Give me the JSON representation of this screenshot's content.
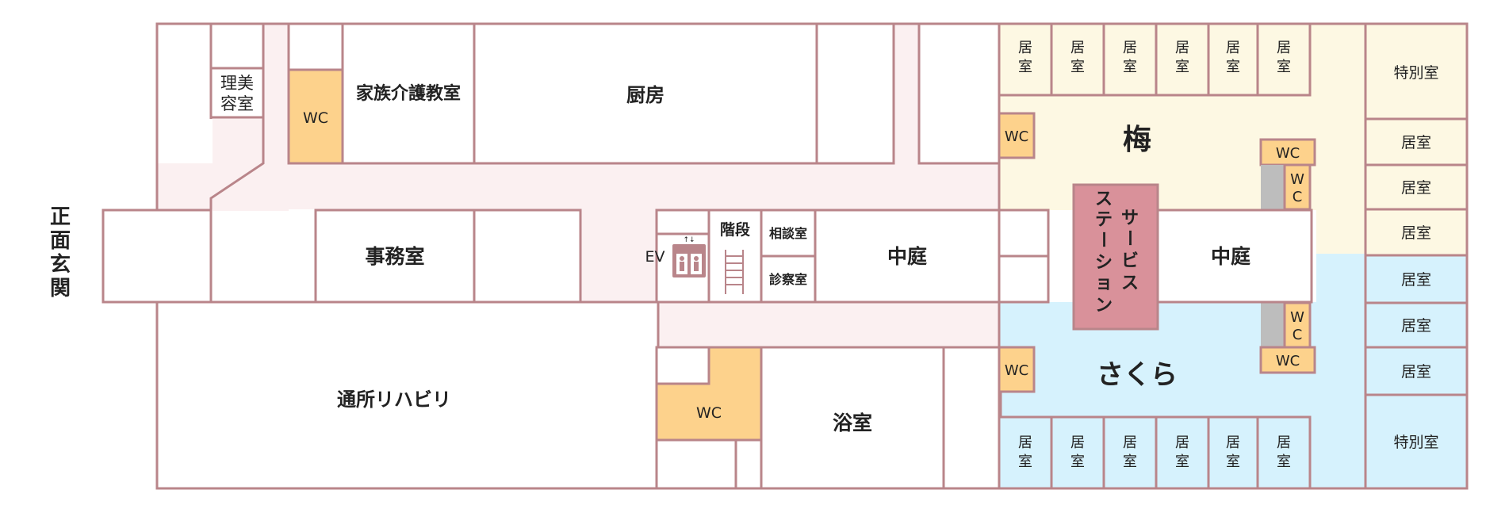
{
  "floor_plan": {
    "entrance": "正面玄関",
    "rooms": {
      "barber": [
        "理美",
        "容室"
      ],
      "wc": "WC",
      "wc_vertical": [
        "W",
        "C"
      ],
      "family_care_class": "家族介護教室",
      "kitchen": "厨房",
      "office": "事務室",
      "ev": "EV",
      "stairs": "階段",
      "consultation": "相談室",
      "examination": "診察室",
      "courtyard": "中庭",
      "rehab": "通所リハビリ",
      "bath": "浴室",
      "service_station": [
        "サ",
        "ー",
        "ビ",
        "ス",
        "ス",
        "テ",
        "ー",
        "シ",
        "ョ",
        "ン"
      ],
      "unit_ume": "梅",
      "unit_sakura": "さくら",
      "living_room": "居室",
      "living_room_vertical": [
        "居",
        "室"
      ],
      "special_room": "特別室"
    }
  },
  "colors": {
    "wall": "#b9858a",
    "corridor": "#fbf0f1",
    "ume_zone": "#fdf8e3",
    "sakura_zone": "#d6f2fd",
    "wc": "#fdd28c",
    "service_station": "#d9919a",
    "shaft": "#bdbdbd"
  },
  "icons": [
    "elevator-icon",
    "stairs-icon"
  ]
}
